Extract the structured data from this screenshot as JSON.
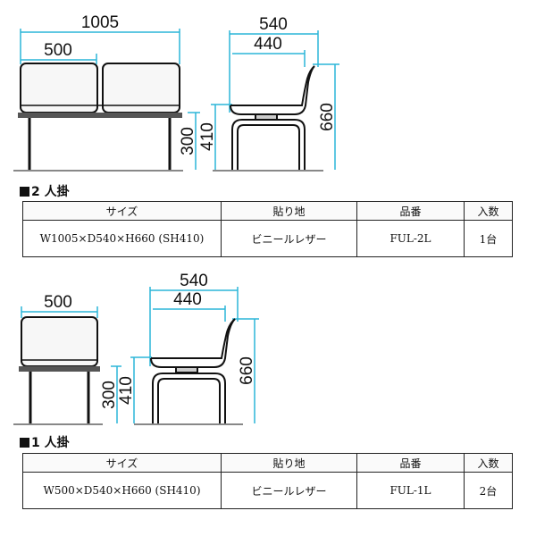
{
  "sets": [
    {
      "section_title": "2 人掛",
      "dims": {
        "total_width": "1005",
        "seat_width": "500",
        "depth": "540",
        "seat_depth": "440",
        "height": "660",
        "seat_height": "410",
        "arm_height": "300"
      },
      "table": {
        "headers": [
          "サイズ",
          "貼り地",
          "品番",
          "入数"
        ],
        "row": [
          "W1005×D540×H660 (SH410)",
          "ビニールレザー",
          "FUL-2L",
          "1台"
        ]
      }
    },
    {
      "section_title": "1 人掛",
      "dims": {
        "seat_width": "500",
        "depth": "540",
        "seat_depth": "440",
        "height": "660",
        "seat_height": "410",
        "arm_height": "300"
      },
      "table": {
        "headers": [
          "サイズ",
          "貼り地",
          "品番",
          "入数"
        ],
        "row": [
          "W500×D540×H660 (SH410)",
          "ビニールレザー",
          "FUL-1L",
          "2台"
        ]
      }
    }
  ]
}
